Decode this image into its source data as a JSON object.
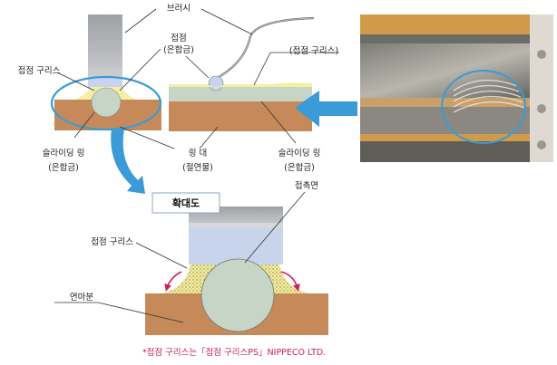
{
  "labels": {
    "brush": "브러시",
    "contact": "접점",
    "contact_alloy": "(은합금)",
    "contact_grease_left": "접점 구리스",
    "contact_grease_right": "(접점 구리스)",
    "slip_ring_left": "슬라이딩 링",
    "slip_ring_left_alloy": "(은합금)",
    "ring_base": "링 대",
    "ring_base_insulator": "(절연물)",
    "slip_ring_right": "슬라이딩 링",
    "slip_ring_right_alloy": "(은합금)",
    "zoom_title": "확대도",
    "contact_surface": "접촉면",
    "zoom_grease": "접점 구리스",
    "abrasion_powder": "연마분"
  },
  "footnote": "*접점 구리스는「접점 구리스PS」NIPPECO LTD.",
  "colors": {
    "brush_gray": "#aeb0b3",
    "brush_blue": "#c8d4ec",
    "ring_brown": "#c68a5a",
    "contact_green": "#c6d5c5",
    "grease_yellow": "#f4efa6",
    "callout_blue": "#3a9bd6",
    "arrow_red": "#d0205a",
    "footnote_pink": "#cc1f5a"
  },
  "icons": {
    "big_arrow": "blue-arrow-left-icon",
    "down_arrow": "blue-arrow-down-icon",
    "spread_arrows": "red-curved-arrow-icon"
  }
}
